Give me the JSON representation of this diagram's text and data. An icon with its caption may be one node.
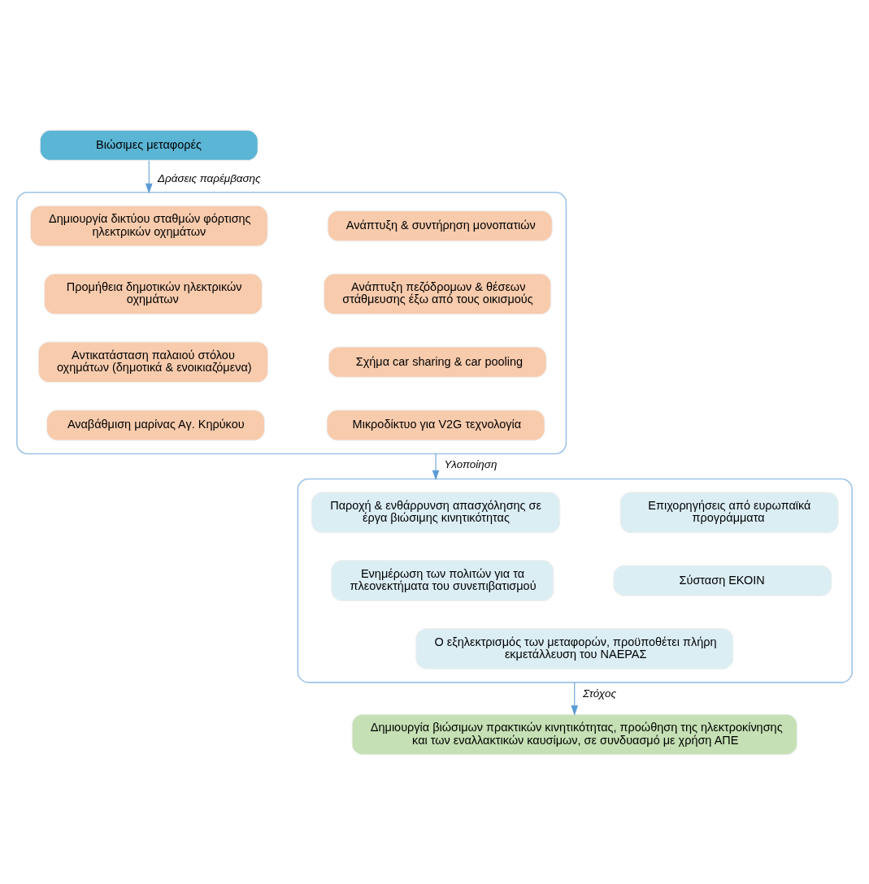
{
  "diagram": {
    "nodes": [
      {
        "text": [
          "Βιώσιμες μεταφορές"
        ]
      },
      {
        "text": [],
        "shape": "box"
      },
      {
        "text": [
          "Δημιουργία δικτύου σταθμών φόρτισης ηλεκτρικών οχημάτων"
        ],
        "in": 1
      },
      {
        "text": [
          "Ανάπτυξη & συντήρηση μονοπατιών"
        ],
        "in": 1
      },
      {
        "text": [
          "Προμήθεια δημοτικών ηλεκτρικών οχημάτων"
        ],
        "in": 1
      },
      {
        "text": [
          "Ανάπτυξη πεζόδρομων & θέσεων στάθμευσης έξω από τους οικισμούς"
        ],
        "in": 1
      },
      {
        "text": [
          "Αντικατάσταση παλαιού στόλου οχημάτων (δημοτικά & ενοικιαζόμενα)"
        ],
        "in": 1
      },
      {
        "text": [
          "Σχήμα car sharing & car pooling"
        ],
        "in": 1
      },
      {
        "text": [
          "Αναβάθμιση μαρίνας Αγ. Κηρύκου"
        ],
        "in": 1
      },
      {
        "text": [
          "Μικροδίκτυο για V2G τεχνολογία"
        ],
        "in": 1
      },
      {
        "text": [],
        "shape": "box"
      },
      {
        "text": [
          "Παροχή & ενθάρρυνση απασχόλησης σε έργα βιώσιμης κινητικότητας"
        ],
        "in": 10
      },
      {
        "text": [
          "Επιχορηγήσεις από ευρωπαϊκά προγράμματα"
        ],
        "in": 10
      },
      {
        "text": [
          "Ενημέρωση των πολιτών για τα πλεονεκτήματα του συνεπιβατισμού"
        ],
        "in": 10
      },
      {
        "text": [
          "Σύσταση ΕΚΟΙΝ"
        ],
        "in": 10
      },
      {
        "text": [
          "Ο εξηλεκτρισμός των μεταφορών, προϋποθέτει πλήρη εκμετάλλευση του ΝΑΕΡΑΣ"
        ],
        "in": 10
      },
      {
        "text": [
          "Δημιουργία βιώσιμων πρακτικών κινητικότητας, προώθηση της ηλεκτροκίνησης και των εναλλακτικών καυσίμων, σε συνδυασμό με χρήση ΑΠΕ"
        ]
      }
    ],
    "edges": [
      {
        "from": 0,
        "to": 1,
        "arrow": "to",
        "label": "Δράσεις παρέμβασης"
      },
      {
        "from": 1,
        "to": 10,
        "arrow": "to",
        "label": "Υλοποίηση"
      },
      {
        "from": 10,
        "to": 16,
        "arrow": "to",
        "label": "Στόχος"
      }
    ]
  }
}
